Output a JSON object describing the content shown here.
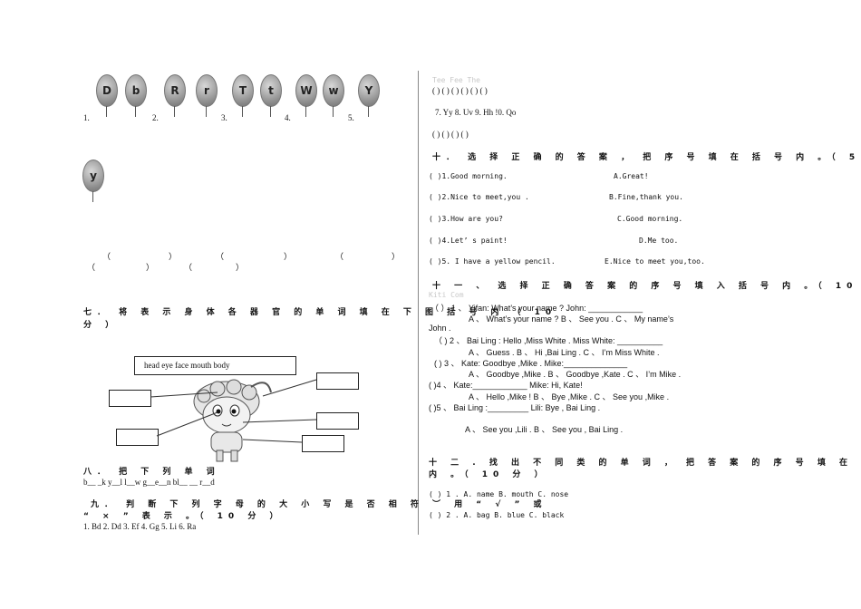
{
  "balloons": [
    "D",
    "b",
    "R",
    "r",
    "T",
    "t",
    "W",
    "w",
    "Y",
    "y"
  ],
  "balloon_numbers": [
    "1.",
    "2.",
    "3.",
    "4.",
    "5."
  ],
  "balloon_brackets": [
    "（",
    "）",
    "（",
    "）",
    "（",
    "）",
    "（",
    "）",
    "（",
    "）"
  ],
  "q7": {
    "title": "七． 将 表 示 身 体 各 器 官 的 单 词 填 在 下 图 括 号 内 （ 10",
    "title2": "分 ）",
    "words": "head   eye   face   mouth   body"
  },
  "q8": {
    "title": "八． 把 下 列 单 词",
    "line": "b__ _k   y__l l__w   g__e__n  bl__ __   r__d"
  },
  "q9": {
    "title": "九． 判 断 下 列 字 母 的 大 小 写 是 否 相 符 ︶ 用 “ √ ” 或",
    "title2": "“ × ” 表 示 。（ 10 分 ）",
    "items": "1. Bd     2. Dd   3. Ef       4. Gg     5. Li   6. Ra"
  },
  "right_top": {
    "faint": "Tee Fee The",
    "brackets1": "( )  ( )  ( )     ( )         (           )          (           )",
    "items": "7. Yy       8. Uv        9. Hh       !0. Qo",
    "brackets2": "( )       ( )       ( )       ( )"
  },
  "q10": {
    "title": "十． 选 择 正 确 的 答 案 ， 把 序 号 填 在 括 号 内 。（ 5 分 ）",
    "left": [
      "(     )1.Good morning.",
      "(     )2.Nice to meet,you .",
      "(     )3.How are you?",
      "(     )4.Let’ s paint!",
      "(     )5. I have a yellow pencil."
    ],
    "right": [
      "A.Great!",
      "B.Fine,thank you.",
      "C.Good morning.",
      "D.Me too.",
      "E.Nice to meet you,too."
    ]
  },
  "q11": {
    "title": "十 一 、 选 择 正 确 答 案 的 序 号 填 入 括 号 内 。（ 10 分 ）",
    "faint": "Kiti Com",
    "lines": [
      "（              ）    1 、  Yifan: What’s  your name ?       John: ____________",
      "A   、  What’s  your name ?     B   、 See   you . C   、  My   name’s",
      "John .",
      "（      ) 2 、  Bai Ling : Hello ,Miss White .    Miss White: __________",
      "A   、 Guess .   B    、 Hi ,Bai Ling .        C    、    I’m Miss White .",
      "(      ) 3 、  Kate: Goodbye ,Mike .            Mike:______________",
      "A   、 Goodbye ,Mike .     B    、  Goodbye ,Kate .    C   、  I’m Mike .",
      "(        )4 、  Kate:____________        Mike: Hi, Kate!",
      "A   、 Hello ,Mike !    B    、 Bye ,Mike .     C    、  See you ,Mike .",
      "(        )5 、  Bai Ling :_________        Lili: Bye , Bai Ling .",
      "A   、 See you ,Lili .    B   、  See you , Bai Ling ."
    ]
  },
  "q12": {
    "title": "十   二 .    找 出 不 同 类 的 单 词 ， 把 答 案 的 序 号 填 在 括 号",
    "title2": "内 。（ 10 分 ）",
    "items": [
      "(          )   1  . A. name        B. mouth          C. nose",
      "(          )   2  . A. bag      B. blue        C. black"
    ]
  }
}
